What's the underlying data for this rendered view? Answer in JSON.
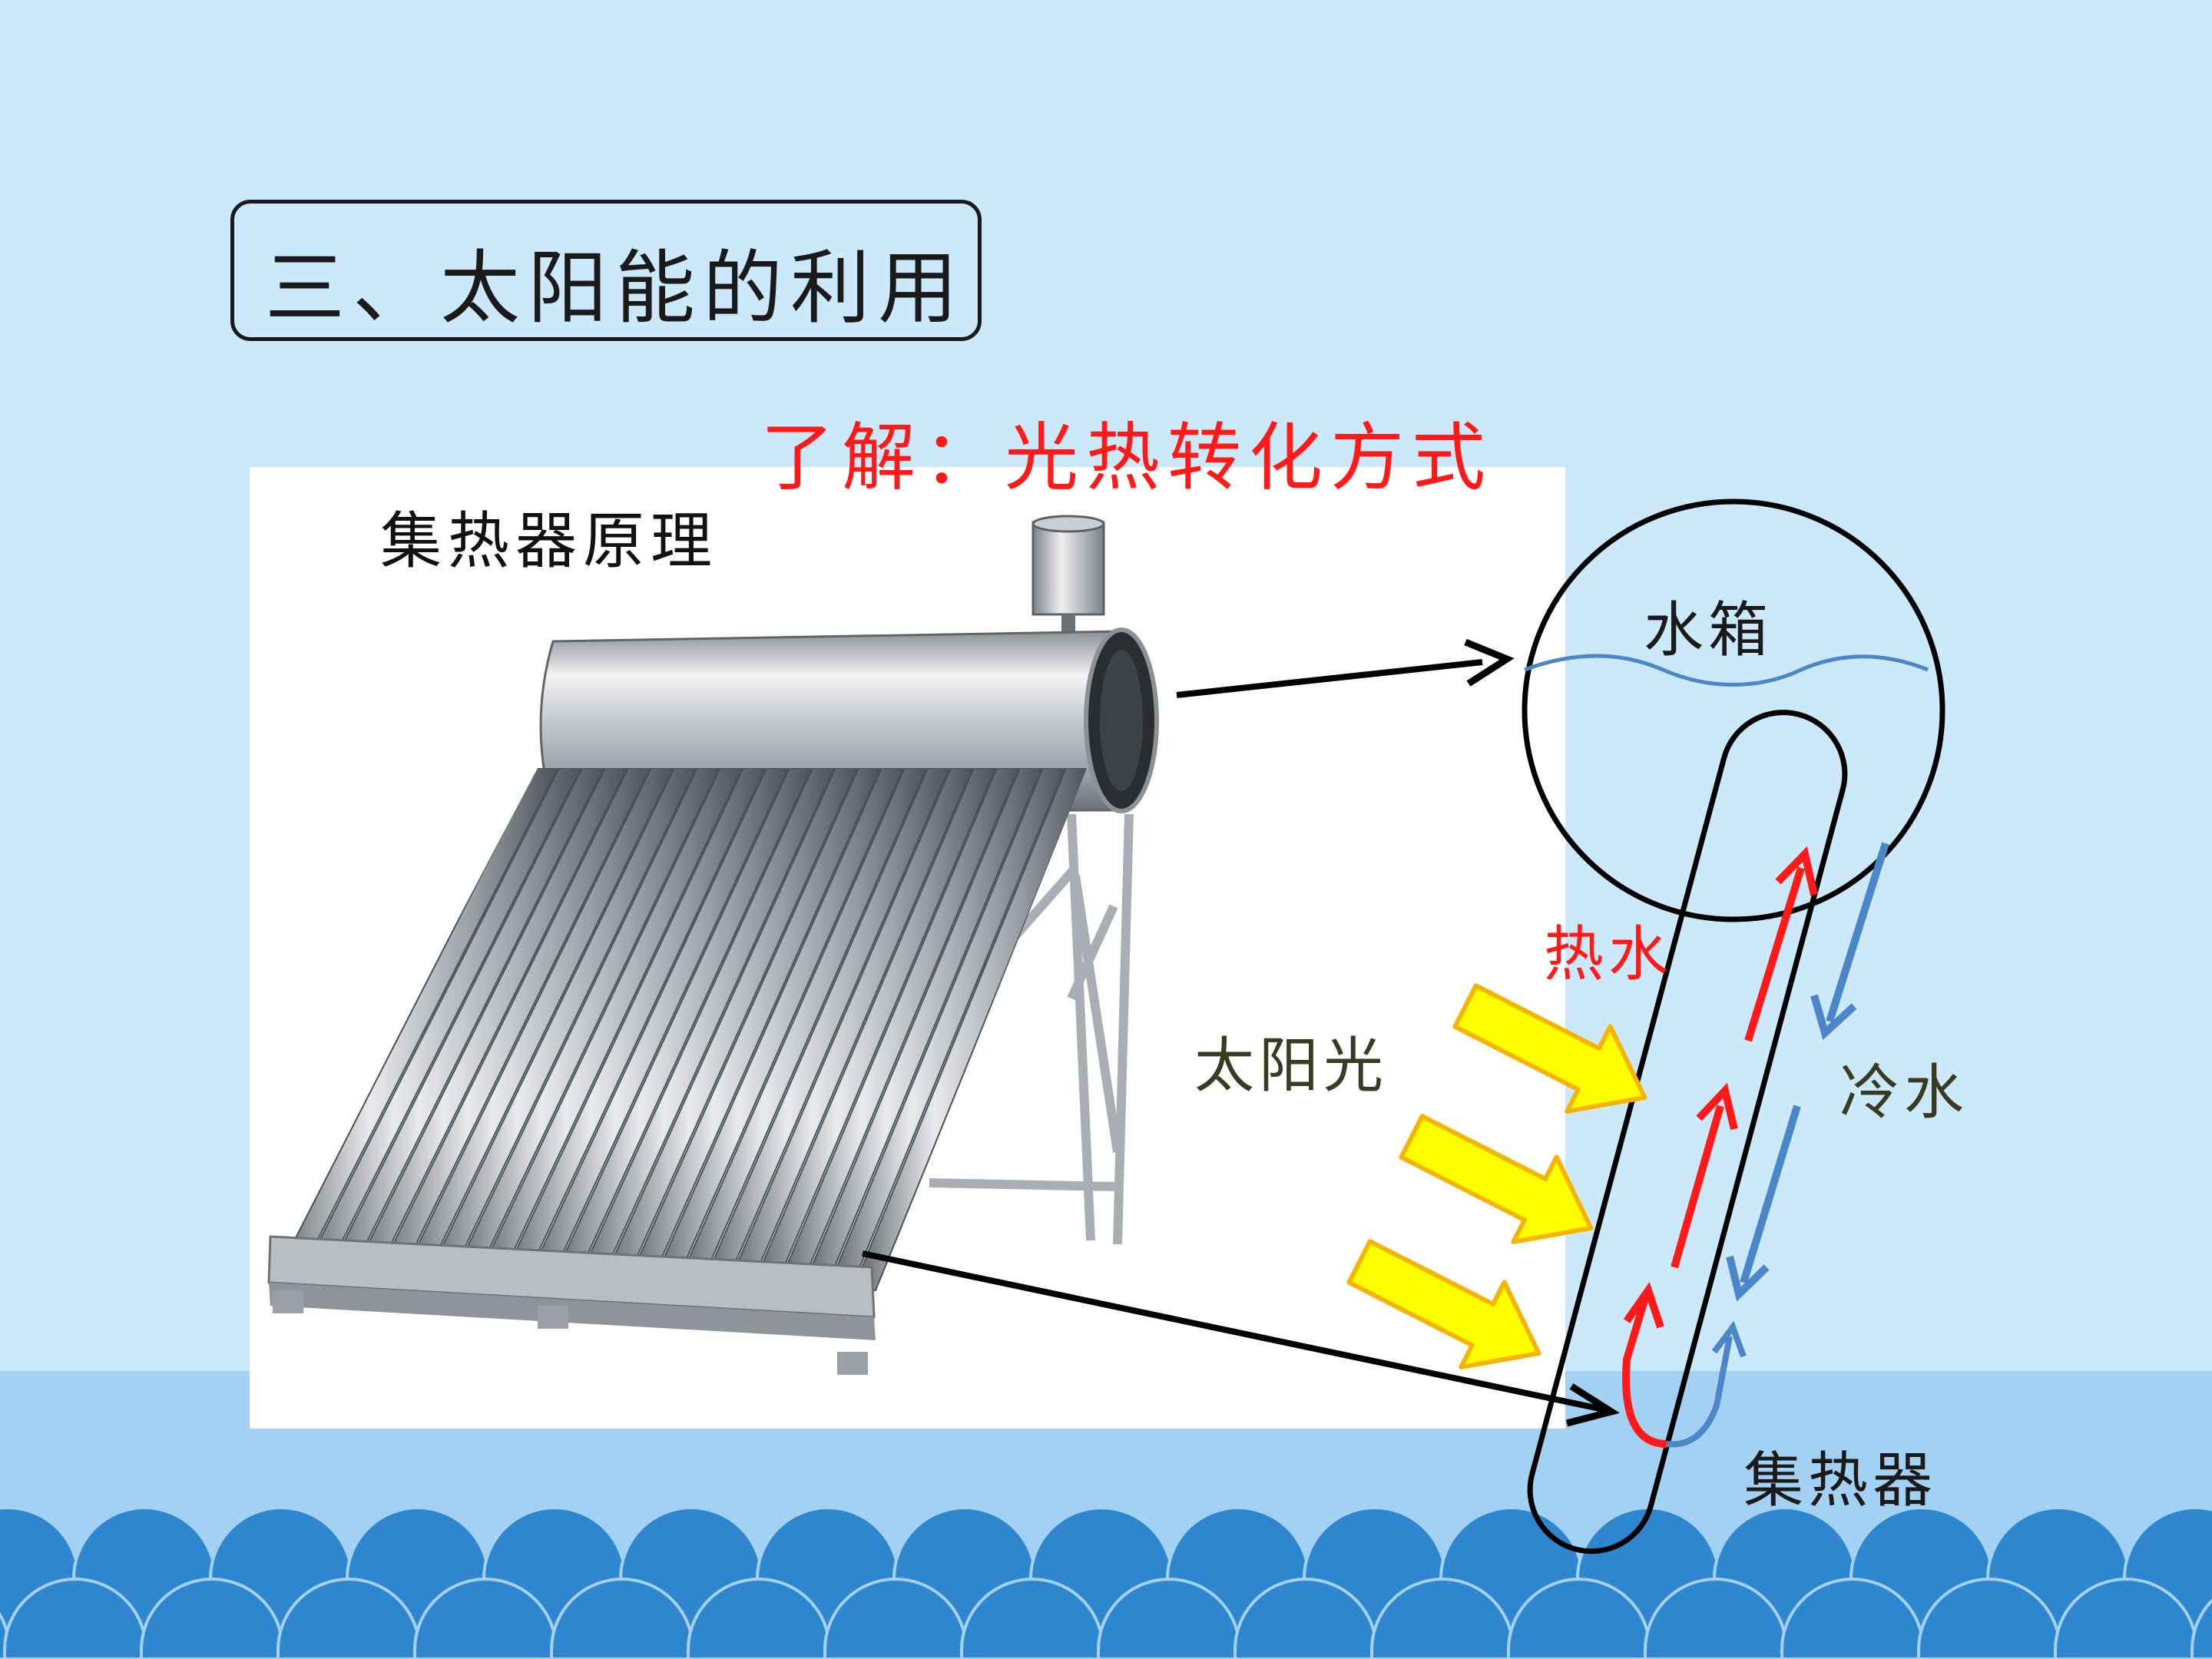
{
  "slide": {
    "title": "三、太阳能的利用",
    "subtitle": "了解：光热转化方式",
    "photo_label": "集热器原理"
  },
  "diagram": {
    "tank_label": "水箱",
    "hot_water_label": "热水",
    "sunlight_label": "太阳光",
    "cold_water_label": "冷水",
    "collector_label": "集热器"
  },
  "colors": {
    "background_top": "#cbe9fb",
    "background_bottom": "#a3d1f4",
    "waves": "#2e86cf",
    "hot_arrow": "#ff1a1a",
    "cold_arrow": "#4a86c8",
    "sun_arrow": "#ffff00",
    "sun_arrow_edge": "#f6b400",
    "subtitle": "#ff1a1a"
  },
  "icons": {
    "sun_arrows": "yellow-block-arrow",
    "photo": "solar-water-heater-photo"
  }
}
